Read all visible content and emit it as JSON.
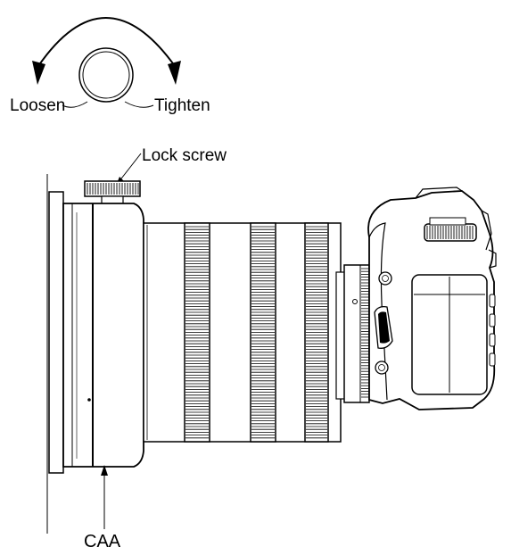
{
  "labels": {
    "loosen": "Loosen",
    "tighten": "Tighten",
    "lock_screw": "Lock screw",
    "caa": "CAA"
  },
  "colors": {
    "ink": "#000000",
    "paper": "#ffffff"
  }
}
